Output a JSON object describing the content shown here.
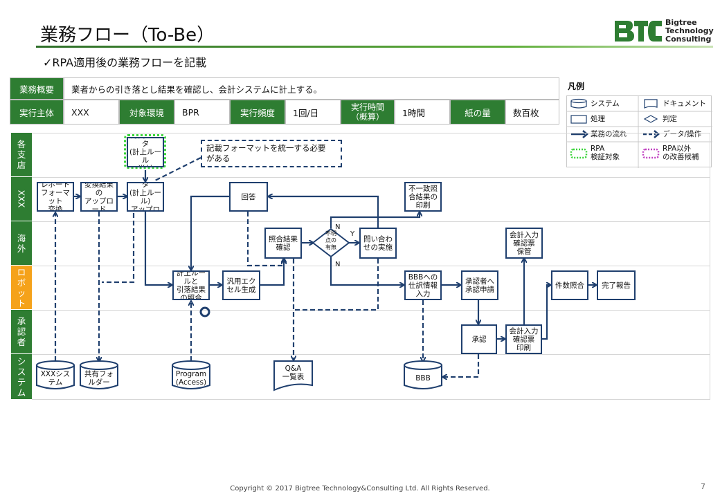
{
  "page": {
    "title": "業務フロー（To-Be）",
    "subtitle": "✓RPA適用後の業務フローを記載",
    "logo_mark": "BTC",
    "logo_lines": [
      "Bigtree",
      "Technology",
      "Consulting"
    ],
    "footer": "Copyright © 2017 Bigtree Technology&Consulting Ltd. All Rights Reserved.",
    "page_number": "7"
  },
  "info_table": {
    "row1": {
      "label": "業務概要",
      "value": "業者からの引き落とし結果を確認し、会計システムに計上する。"
    },
    "row2": [
      {
        "label": "実行主体",
        "value": "XXX"
      },
      {
        "label": "対象環境",
        "value": "BPR"
      },
      {
        "label": "実行頻度",
        "value": "1回/日"
      },
      {
        "label": "実行時間\n（概算）",
        "value": "1時間"
      },
      {
        "label": "紙の量",
        "value": "数百枚"
      }
    ]
  },
  "legend": {
    "title": "凡例",
    "items": [
      {
        "icon": "cylinder-icon",
        "label": "システム"
      },
      {
        "icon": "document-icon",
        "label": "ドキュメント"
      },
      {
        "icon": "rectangle-icon",
        "label": "処理"
      },
      {
        "icon": "diamond-icon",
        "label": "判定"
      },
      {
        "icon": "solid-arrow-icon",
        "label": "業務の流れ"
      },
      {
        "icon": "dashed-arrow-icon",
        "label": "データ/操作"
      },
      {
        "icon": "green-dotted-box-icon",
        "label": "RPA\n検証対象"
      },
      {
        "icon": "purple-dotted-box-icon",
        "label": "RPA以外\nの改善候補"
      }
    ]
  },
  "lanes": [
    {
      "label": "各\n支\n店",
      "color": "#2e7d32"
    },
    {
      "label": "XXX",
      "color": "#2e7d32"
    },
    {
      "label": "海\n外",
      "color": "#2e7d32"
    },
    {
      "label": "ロ\nボ\nッ\nト",
      "color": "#f5a21a"
    },
    {
      "label": "承\n認\n者",
      "color": "#2e7d32"
    },
    {
      "label": "シ\nス\nテ\nム",
      "color": "#2e7d32"
    }
  ],
  "nodes": {
    "monthly_data_send": "月間データ\n(計上ルール\n送付",
    "format_note": "記載フォーマットを統一する必要\nがある",
    "report_format": "レポート\nフォーマット\n変換",
    "convert_upload": "変換結果の\nアップロード",
    "monthly_data_upload": "月間データ\n(計上ルール)\nアップロード",
    "answer": "回答",
    "mismatch_print": "不一致照\n合結果の\n印刷",
    "match_confirm": "照合結果\n確認",
    "decision": "不明\n点の\n有無",
    "inquiry": "問い合わ\nせの実施",
    "accounting_keep": "会計入力\n確認票\n保管",
    "rule_match": "計上ルールと\n引落結果\nの照合",
    "excel_gen": "汎用エク\nセル生成",
    "bbb_entry": "BBBへの\n仕訳情報\n入力",
    "approval_request": "承認者へ\n承認申請",
    "count_match": "件数照合",
    "done_report": "完了報告",
    "approve": "承認",
    "accounting_print": "会計入力\n確認票\n印刷",
    "xxx_system": "XXXシス\nテム",
    "shared_folder": "共有フォ\nルダー",
    "program_access": "Program\n(Access)",
    "qa_list": "Q&A\n一覧表",
    "bbb_system": "BBB"
  },
  "decision_labels": {
    "top": "N",
    "right": "Y",
    "bottom": "N"
  },
  "colors": {
    "brand_green": "#2e7d32",
    "robot_orange": "#f5a21a",
    "flow_blue": "#1f3f6e",
    "rpa_green": "#38d438",
    "other_purple": "#c040c0"
  }
}
